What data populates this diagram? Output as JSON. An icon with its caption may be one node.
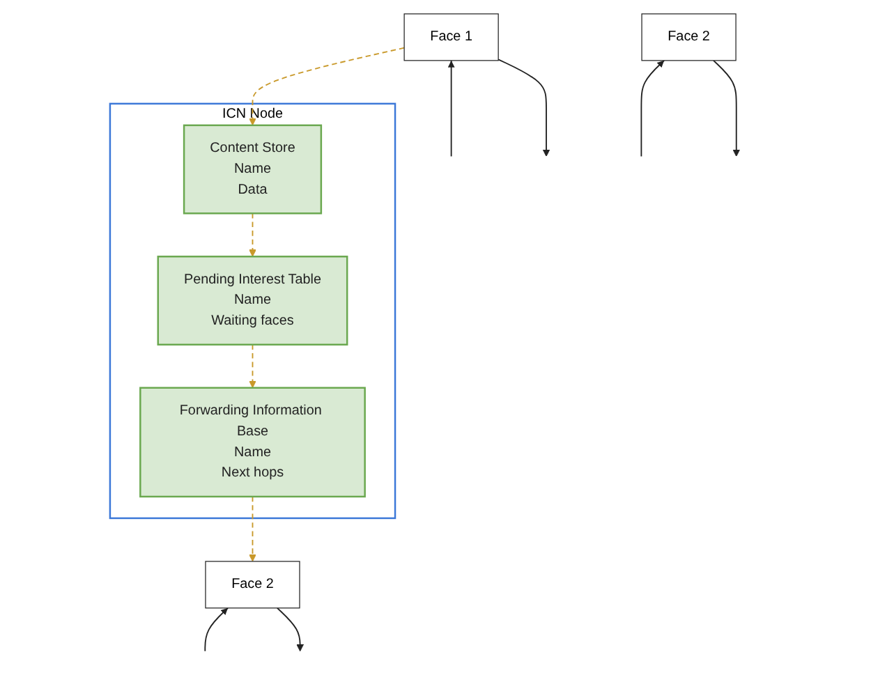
{
  "diagram": {
    "nodes": [
      {
        "text": [
          "ICN Node"
        ]
      },
      {
        "text": [
          "Content Store",
          "Name",
          "Data"
        ],
        "in": 0
      },
      {
        "text": [
          "Pending Interest Table",
          "Name",
          "Waiting faces"
        ],
        "in": 0
      },
      {
        "text": [
          "Forwarding Information Base",
          "Name",
          "Next hops"
        ],
        "in": 0
      },
      {
        "text": [
          "Face 1"
        ]
      },
      {
        "text": [
          "Face 2"
        ]
      },
      {
        "text": [
          "Face 2"
        ]
      }
    ],
    "edges": [
      {
        "from": 4,
        "to": 1,
        "arrow": "to",
        "style": "dashed",
        "color": "#c9992a"
      },
      {
        "from": 1,
        "to": 2,
        "arrow": "to",
        "style": "dashed",
        "color": "#c9992a"
      },
      {
        "from": 2,
        "to": 3,
        "arrow": "to",
        "style": "dashed",
        "color": "#c9992a"
      },
      {
        "from": 3,
        "to": 6,
        "arrow": "to",
        "style": "dashed",
        "color": "#c9992a"
      },
      {
        "from": null,
        "to": 4,
        "arrow": "to"
      },
      {
        "from": 4,
        "to": null,
        "arrow": "to"
      },
      {
        "from": null,
        "to": 5,
        "arrow": "to"
      },
      {
        "from": 5,
        "to": null,
        "arrow": "to"
      },
      {
        "from": null,
        "to": 6,
        "arrow": "to"
      },
      {
        "from": 6,
        "to": null,
        "arrow": "to"
      }
    ]
  }
}
